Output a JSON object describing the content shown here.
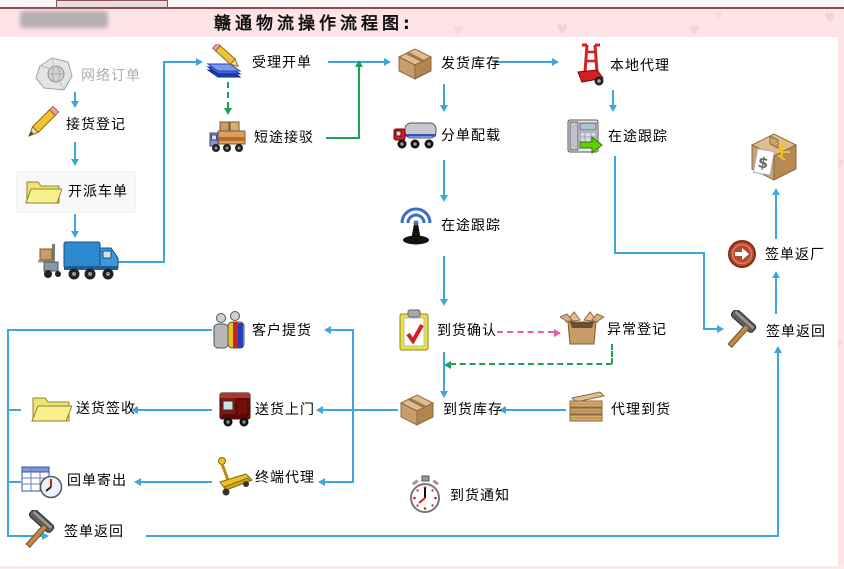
{
  "browser": {
    "tab_label": ""
  },
  "header": {
    "title": "赣通物流操作流程图:"
  },
  "colors": {
    "header_bg": "#fce4e7",
    "heart": "#f8cdd5",
    "tab_border": "#925059",
    "flow_blue": "#3ca6dd",
    "flow_green": "#1ba257",
    "flow_pink": "#ef5ba1",
    "disabled_text": "#aeaeae"
  },
  "nodes": [
    {
      "id": "network-order",
      "label": "网络订单",
      "icon": "crumpled-globe-icon",
      "state": "disabled"
    },
    {
      "id": "receive-registration",
      "label": "接货登记",
      "icon": "pencil-icon"
    },
    {
      "id": "dispatch-order",
      "label": "开派车单",
      "icon": "folder-icon"
    },
    {
      "id": "loading-truck",
      "label": "",
      "icon": "truck-forklift-icon"
    },
    {
      "id": "accept-billing",
      "label": "受理开单",
      "icon": "book-pencil-icon"
    },
    {
      "id": "short-haul-shuttle",
      "label": "短途接驳",
      "icon": "cargo-truck-icon"
    },
    {
      "id": "shipping-inventory",
      "label": "发货库存",
      "icon": "box-icon"
    },
    {
      "id": "split-order-loading",
      "label": "分单配载",
      "icon": "trailer-truck-icon"
    },
    {
      "id": "transit-tracking-mid",
      "label": "在途跟踪",
      "icon": "antenna-icon"
    },
    {
      "id": "arrival-confirmation",
      "label": "到货确认",
      "icon": "clipboard-check-icon"
    },
    {
      "id": "exception-registration",
      "label": "异常登记",
      "icon": "open-box-icon"
    },
    {
      "id": "arrival-inventory",
      "label": "到货库存",
      "icon": "box-icon"
    },
    {
      "id": "agent-arrival",
      "label": "代理到货",
      "icon": "pallet-stack-icon"
    },
    {
      "id": "arrival-notice",
      "label": "到货通知",
      "icon": "stopwatch-icon"
    },
    {
      "id": "local-agent",
      "label": "本地代理",
      "icon": "hand-truck-icon"
    },
    {
      "id": "transit-tracking-right",
      "label": "在途跟踪",
      "icon": "phone-arrow-icon"
    },
    {
      "id": "money-package",
      "label": "",
      "icon": "package-dollar-icon"
    },
    {
      "id": "sign-return-factory",
      "label": "签单返厂",
      "icon": "go-circle-icon"
    },
    {
      "id": "sign-return-right",
      "label": "签单返回",
      "icon": "hammer-icon"
    },
    {
      "id": "customer-pickup",
      "label": "客户提货",
      "icon": "people-icon"
    },
    {
      "id": "home-delivery",
      "label": "送货上门",
      "icon": "red-truck-icon"
    },
    {
      "id": "terminal-agent",
      "label": "终端代理",
      "icon": "pallet-jack-icon"
    },
    {
      "id": "delivery-sign-off",
      "label": "送货签收",
      "icon": "folder-icon"
    },
    {
      "id": "receipt-mail-out",
      "label": "回单寄出",
      "icon": "sheet-clock-icon"
    },
    {
      "id": "sign-return-bottom",
      "label": "签单返回",
      "icon": "hammer-icon"
    }
  ],
  "edges": [
    {
      "from": "network-order",
      "to": "receive-registration",
      "style": "blue-solid"
    },
    {
      "from": "receive-registration",
      "to": "dispatch-order",
      "style": "blue-solid"
    },
    {
      "from": "dispatch-order",
      "to": "loading-truck",
      "style": "blue-solid"
    },
    {
      "from": "loading-truck",
      "to": "accept-billing",
      "style": "blue-solid"
    },
    {
      "from": "accept-billing",
      "to": "shipping-inventory",
      "style": "blue-solid"
    },
    {
      "from": "accept-billing",
      "to": "short-haul-shuttle",
      "style": "green-dashed"
    },
    {
      "from": "short-haul-shuttle",
      "to": "shipping-inventory",
      "style": "green-solid"
    },
    {
      "from": "shipping-inventory",
      "to": "local-agent",
      "style": "blue-solid"
    },
    {
      "from": "shipping-inventory",
      "to": "split-order-loading",
      "style": "blue-solid"
    },
    {
      "from": "split-order-loading",
      "to": "transit-tracking-mid",
      "style": "blue-solid"
    },
    {
      "from": "transit-tracking-mid",
      "to": "arrival-confirmation",
      "style": "blue-solid"
    },
    {
      "from": "arrival-confirmation",
      "to": "exception-registration",
      "style": "pink-dashed"
    },
    {
      "from": "exception-registration",
      "to": "arrival-inventory",
      "style": "green-dashed"
    },
    {
      "from": "arrival-confirmation",
      "to": "arrival-inventory",
      "style": "blue-solid"
    },
    {
      "from": "agent-arrival",
      "to": "arrival-inventory",
      "style": "blue-solid"
    },
    {
      "from": "local-agent",
      "to": "transit-tracking-right",
      "style": "blue-solid"
    },
    {
      "from": "transit-tracking-right",
      "to": "sign-return-right",
      "style": "blue-solid"
    },
    {
      "from": "sign-return-right",
      "to": "sign-return-factory",
      "style": "blue-solid"
    },
    {
      "from": "sign-return-factory",
      "to": "money-package",
      "style": "blue-solid"
    },
    {
      "from": "arrival-inventory",
      "to": "customer-pickup",
      "style": "blue-solid"
    },
    {
      "from": "arrival-inventory",
      "to": "home-delivery",
      "style": "blue-solid"
    },
    {
      "from": "arrival-inventory",
      "to": "terminal-agent",
      "style": "blue-solid"
    },
    {
      "from": "home-delivery",
      "to": "delivery-sign-off",
      "style": "blue-solid"
    },
    {
      "from": "terminal-agent",
      "to": "receipt-mail-out",
      "style": "blue-solid"
    },
    {
      "from": "customer-pickup",
      "to": "sign-return-bottom",
      "style": "blue-solid"
    },
    {
      "from": "sign-return-bottom",
      "to": "sign-return-right",
      "style": "blue-solid"
    }
  ]
}
